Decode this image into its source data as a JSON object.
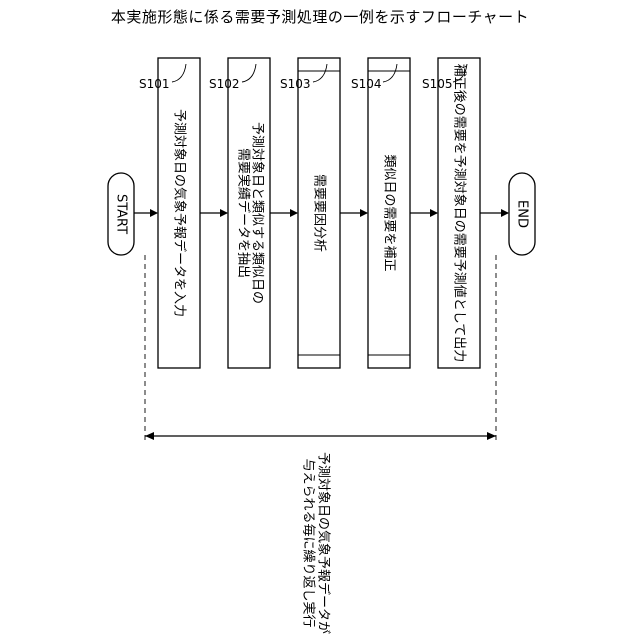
{
  "title": "本実施形態に係る需要予測処理の一例を示すフローチャート",
  "start_label": "START",
  "end_label": "END",
  "steps": [
    {
      "id": "S101",
      "lines": [
        "予測対象日の気象予報データを入力"
      ]
    },
    {
      "id": "S102",
      "lines": [
        "予測対象日と類似する類似日の",
        "需要実績データを抽出"
      ]
    },
    {
      "id": "S103",
      "lines": [
        "需要要因分析"
      ]
    },
    {
      "id": "S104",
      "lines": [
        "類似日の需要を補正"
      ]
    },
    {
      "id": "S105",
      "lines": [
        "補正後の需要を予測対象日の需要予測値として出力"
      ]
    }
  ],
  "repeat_note": [
    "予測対象日の気象予報データが",
    "与えられる毎に繰り返し実行"
  ]
}
